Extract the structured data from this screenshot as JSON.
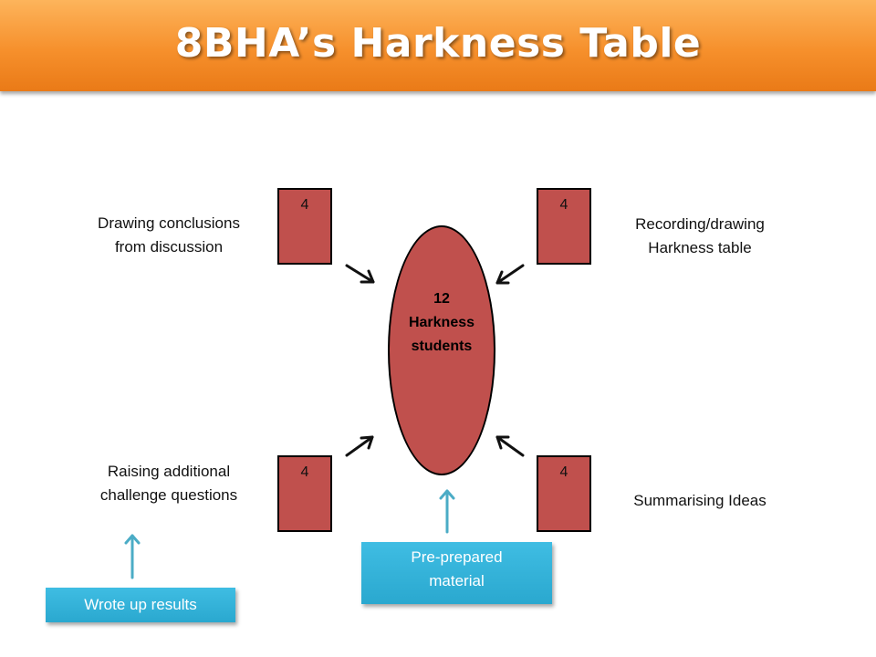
{
  "title": "8BHA’s Harkness Table",
  "tables": [
    {
      "id": "top-left",
      "count": "4"
    },
    {
      "id": "top-right",
      "count": "4"
    },
    {
      "id": "bottom-left",
      "count": "4"
    },
    {
      "id": "bottom-right",
      "count": "4"
    }
  ],
  "center": {
    "line1": "12",
    "line2": "Harkness",
    "line3": "students"
  },
  "roles": {
    "top_left": {
      "line1": "Drawing conclusions",
      "line2": "from discussion"
    },
    "top_right": {
      "line1": "Recording/drawing",
      "line2": "Harkness table"
    },
    "bottom_left": {
      "line1": "Raising additional",
      "line2": "challenge questions"
    },
    "bottom_right": {
      "line1": "Summarising Ideas"
    }
  },
  "boxes": {
    "pre_prepared": {
      "line1": "Pre-prepared",
      "line2": "material"
    },
    "wrote_up": "Wrote up results"
  },
  "colors": {
    "banner": "#f6902c",
    "table_fill": "#c0504d",
    "box_fill": "#31b2d9",
    "blue_arrow": "#4bacc6"
  }
}
